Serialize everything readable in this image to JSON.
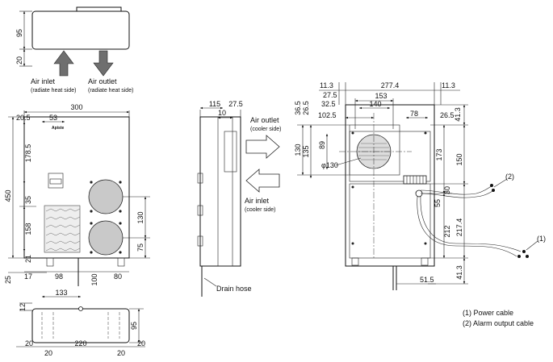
{
  "labels": {
    "air_inlet_radiate": "Air inlet",
    "air_inlet_radiate_sub": "(radiate heat side)",
    "air_outlet_radiate": "Air outlet",
    "air_outlet_radiate_sub": "(radiate heat side)",
    "air_outlet_cooler": "Air outlet",
    "air_outlet_cooler_sub": "(cooler side)",
    "air_inlet_cooler": "Air inlet",
    "air_inlet_cooler_sub": "(cooler side)",
    "drain_hose": "Drain hose",
    "callout_1": "(1)",
    "callout_2": "(2)",
    "note_1": "(1) Power cable",
    "note_2": "(2) Alarm output cable",
    "brand": "Apiste"
  },
  "dimensions": {
    "top_height": "95",
    "top_offset": "20",
    "front_width": "300",
    "front_20_5": "20.5",
    "front_53": "53",
    "front_178_5": "178.5",
    "front_450": "450",
    "front_35": "35",
    "front_158": "158",
    "front_21": "21",
    "front_25": "25",
    "front_17": "17",
    "front_98": "98",
    "front_100": "100",
    "front_80": "80",
    "front_130": "130",
    "front_75": "75",
    "side_115": "115",
    "side_27_5": "27.5",
    "side_10": "10",
    "rear_11_3_l": "11.3",
    "rear_277_4": "277.4",
    "rear_11_3_r": "11.3",
    "rear_153": "153",
    "rear_27_5": "27.5",
    "rear_140": "140",
    "rear_32_5": "32.5",
    "rear_36_5": "36.5",
    "rear_26_5_l": "26.5",
    "rear_102_5": "102.5",
    "rear_78": "78",
    "rear_26_5_r": "26.5",
    "rear_41_3_t": "41.3",
    "rear_130": "130",
    "rear_135": "135",
    "rear_89": "89",
    "rear_173": "173",
    "rear_150": "150",
    "rear_dia_130": "φ130",
    "rear_30": "30",
    "rear_55": "55",
    "rear_212": "212",
    "rear_217_4": "217.4",
    "rear_41_3_b": "41.3",
    "rear_51_5": "51.5",
    "bottom_133": "133",
    "bottom_12": "12",
    "bottom_95": "95",
    "bottom_20_a": "20",
    "bottom_20_b": "20",
    "bottom_220": "220",
    "bottom_20_c": "20",
    "bottom_20_d": "20"
  }
}
